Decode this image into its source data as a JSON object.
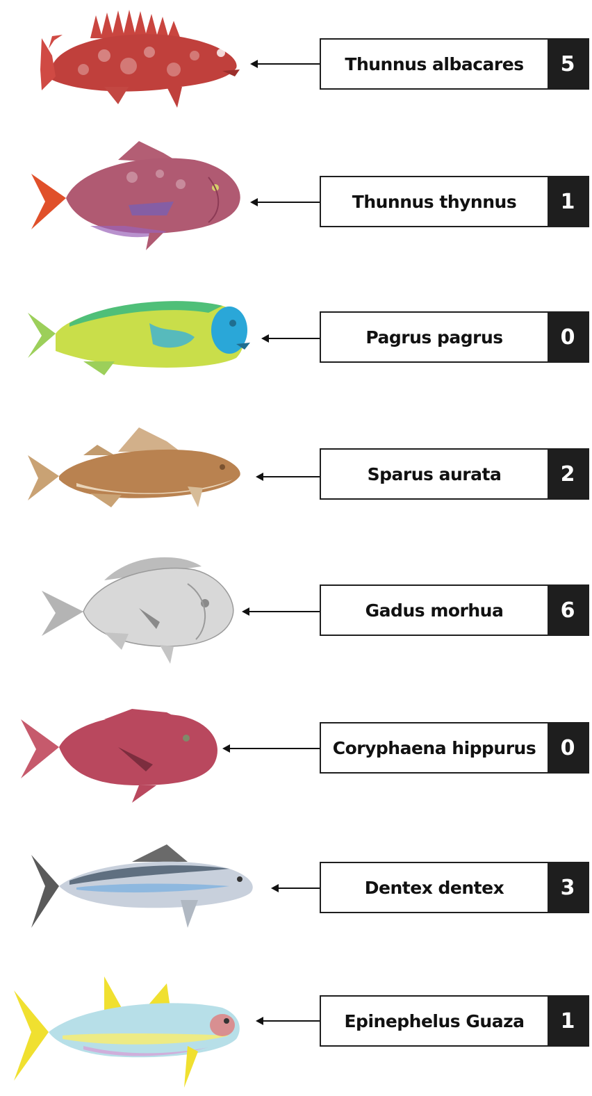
{
  "items": [
    {
      "name": "Thunnus albacares",
      "number": "5",
      "fish_icon": "red-scorpionfish-illustration",
      "body_color": "#c0403c",
      "fin_color": "#d04a44",
      "accent_color": "#ffffff"
    },
    {
      "name": "Thunnus thynnus",
      "number": "1",
      "fish_icon": "red-pink-snapper-illustration",
      "body_color": "#b05a72",
      "fin_color": "#e0502a",
      "accent_color": "#7a5fb0"
    },
    {
      "name": "Pagrus pagrus",
      "number": "0",
      "fish_icon": "green-yellow-dolphinfish-illustration",
      "body_color": "#c9de4a",
      "fin_color": "#9ccf5a",
      "accent_color": "#2aa7d8"
    },
    {
      "name": "Sparus aurata",
      "number": "2",
      "fish_icon": "brown-cod-illustration",
      "body_color": "#b98250",
      "fin_color": "#c9a274",
      "accent_color": "#e9d4b8"
    },
    {
      "name": "Gadus morhua",
      "number": "6",
      "fish_icon": "silver-sea-bream-illustration",
      "body_color": "#d8d8d8",
      "fin_color": "#b4b4b4",
      "accent_color": "#8a8a8a"
    },
    {
      "name": "Coryphaena hippurus",
      "number": "0",
      "fish_icon": "red-dentex-illustration",
      "body_color": "#b9485e",
      "fin_color": "#c65a6c",
      "accent_color": "#7c2d3e"
    },
    {
      "name": "Dentex dentex",
      "number": "3",
      "fish_icon": "blue-silver-tuna-illustration",
      "body_color": "#c8d0dc",
      "fin_color": "#5a5a5a",
      "accent_color": "#7fb2e0"
    },
    {
      "name": "Epinephelus Guaza",
      "number": "1",
      "fish_icon": "yellowfin-tuna-illustration",
      "body_color": "#b7dfe8",
      "fin_color": "#f0e030",
      "accent_color": "#e07a7a"
    }
  ]
}
